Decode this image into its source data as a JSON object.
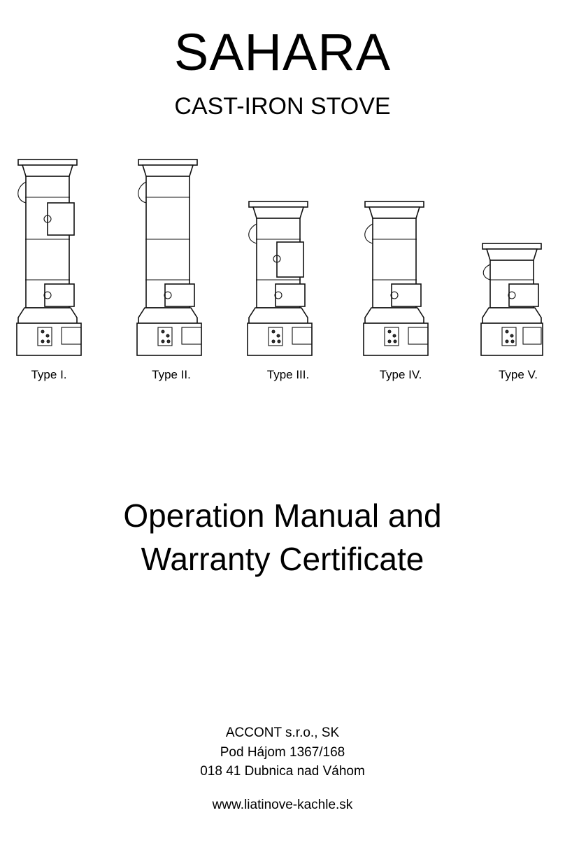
{
  "header": {
    "title": "SAHARA",
    "subtitle": "CAST-IRON STOVE"
  },
  "stoves": [
    {
      "label": "Type I.",
      "icon": "stove-type-1-drawing"
    },
    {
      "label": "Type II.",
      "icon": "stove-type-2-drawing"
    },
    {
      "label": "Type III.",
      "icon": "stove-type-3-drawing"
    },
    {
      "label": "Type IV.",
      "icon": "stove-type-4-drawing"
    },
    {
      "label": "Type V.",
      "icon": "stove-type-5-drawing"
    }
  ],
  "main": {
    "heading_line1": "Operation Manual and",
    "heading_line2": "Warranty Certificate"
  },
  "company": {
    "name": "ACCONT s.r.o., SK",
    "street": "Pod Hájom 1367/168",
    "city": "018 41 Dubnica nad Váhom",
    "website": "www.liatinove-kachle.sk"
  }
}
